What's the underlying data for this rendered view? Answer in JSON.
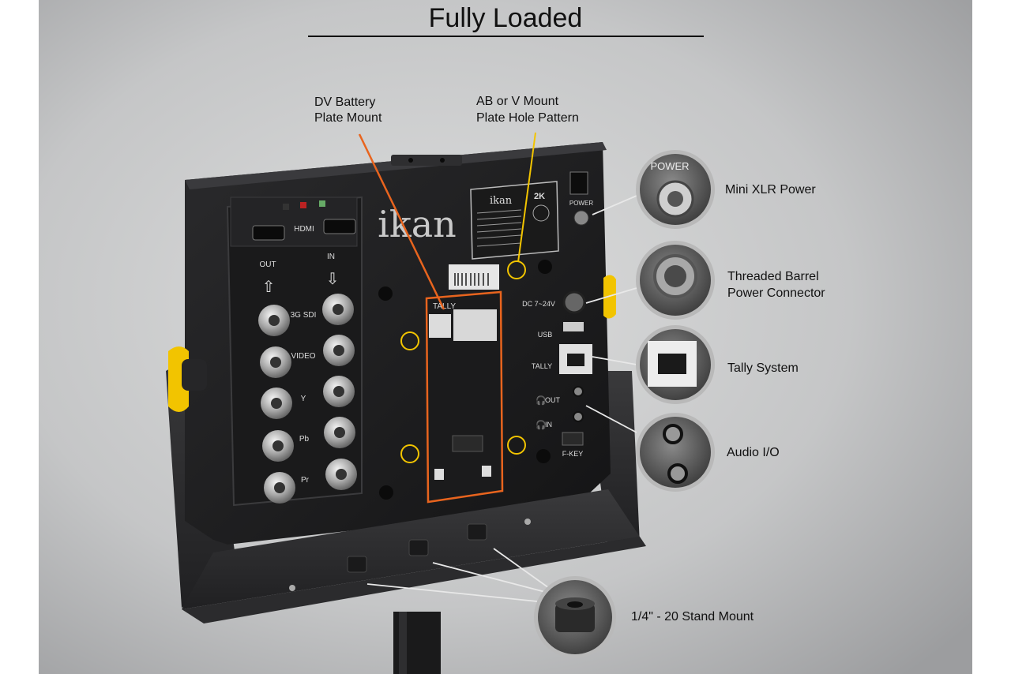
{
  "heading": {
    "title": "Fully Loaded"
  },
  "callouts": {
    "dv_battery_line1": "DV Battery",
    "dv_battery_line2": "Plate Mount",
    "ab_mount_line1": "AB or V Mount",
    "ab_mount_line2": "Plate Hole Pattern",
    "mini_xlr": "Mini XLR Power",
    "barrel_line1": "Threaded Barrel",
    "barrel_line2": "Power Connector",
    "tally": "Tally System",
    "audio": "Audio I/O",
    "stand_mount": "1/4\" - 20 Stand Mount"
  },
  "monitor": {
    "brand": "ikan",
    "hdmi": "HDMI",
    "out": "OUT",
    "in": "IN",
    "sdi": "3G SDI",
    "video": "VIDEO",
    "y": "Y",
    "pb": "Pb",
    "pr": "Pr",
    "tally_plate": "TALLY",
    "power_label": "POWER",
    "dc": "DC 7~24V",
    "usb": "USB",
    "tally_side": "TALLY",
    "audio_out": "OUT",
    "audio_in": "IN",
    "fkey": "F-KEY",
    "model_badge": "2K",
    "plate_brand": "ikan",
    "zoom_power": "POWER"
  },
  "colors": {
    "accent_orange": "#e8641e",
    "accent_yellow": "#f2c400",
    "body": "#1d1d1f"
  }
}
